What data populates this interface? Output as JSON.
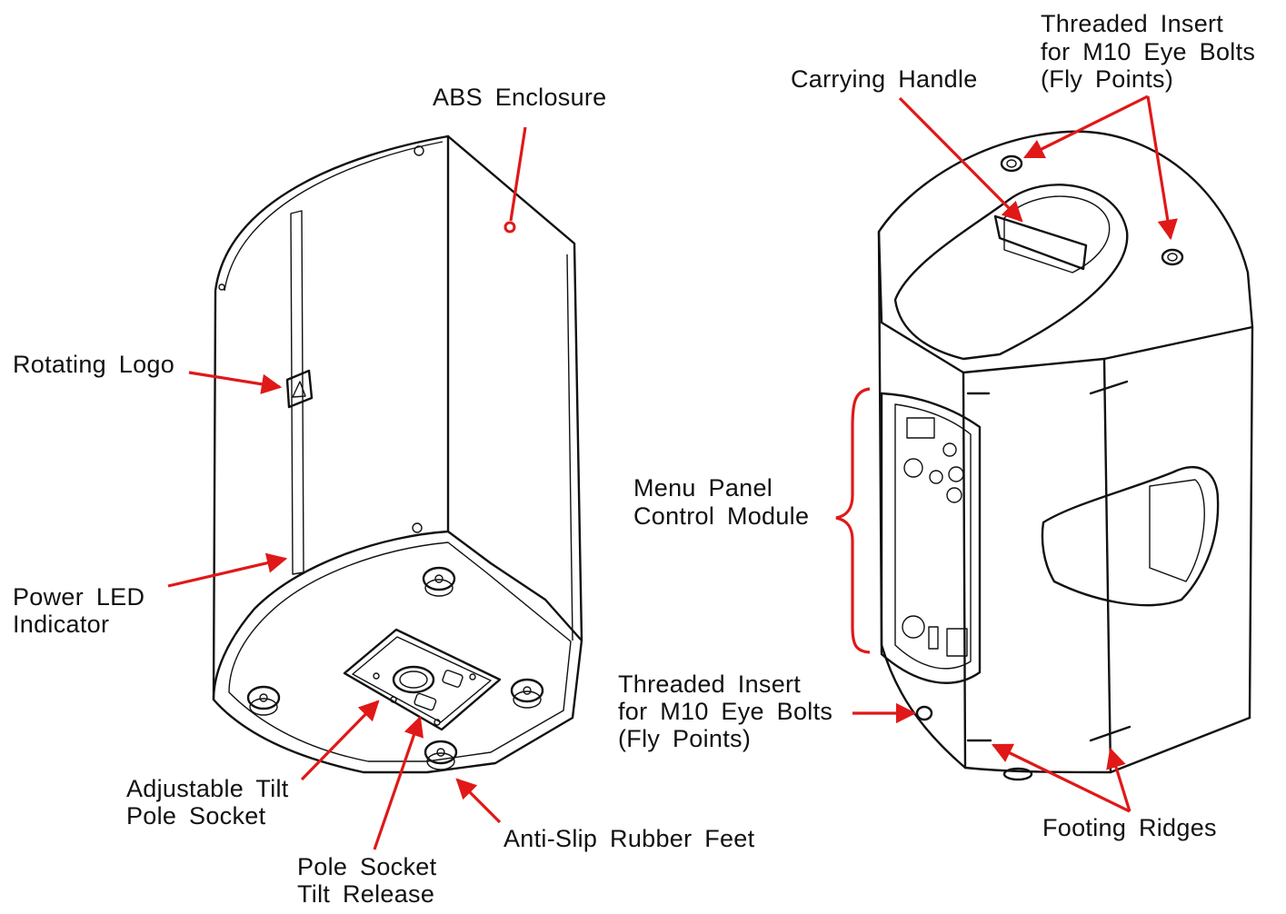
{
  "labels": {
    "abs_enclosure": "ABS Enclosure",
    "rotating_logo": "Rotating Logo",
    "power_led_1": "Power LED",
    "power_led_2": "Indicator",
    "tilt_socket_1": "Adjustable Tilt",
    "tilt_socket_2": "Pole Socket",
    "tilt_release_1": "Pole Socket",
    "tilt_release_2": "Tilt Release",
    "rubber_feet": "Anti-Slip Rubber Feet",
    "carrying_handle": "Carrying Handle",
    "fly_top_1": "Threaded Insert",
    "fly_top_2": "for M10 Eye Bolts",
    "fly_top_3": "(Fly Points)",
    "menu_panel_1": "Menu Panel",
    "menu_panel_2": "Control Module",
    "fly_rear_1": "Threaded Insert",
    "fly_rear_2": "for M10 Eye Bolts",
    "fly_rear_3": "(Fly Points)",
    "footing_ridges": "Footing Ridges"
  },
  "colors": {
    "arrow": "#e01818",
    "line": "#111111",
    "background": "#ffffff"
  }
}
